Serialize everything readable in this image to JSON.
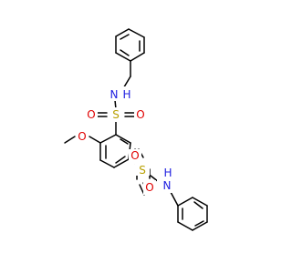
{
  "colors": {
    "bond": "#000000",
    "sulfur": "#b8a000",
    "oxygen": "#e00000",
    "nitrogen": "#2020e0",
    "carbon": "#000000"
  },
  "atoms": {
    "n_top": "N",
    "h_top": "H",
    "s_top": "S",
    "o_top_left": "O",
    "o_top_right": "O",
    "o_methoxy": "O",
    "s_bottom": "S",
    "o_bottom_left": "O",
    "o_bottom_right": "O",
    "n_bottom": "N",
    "h_bottom": "H"
  }
}
